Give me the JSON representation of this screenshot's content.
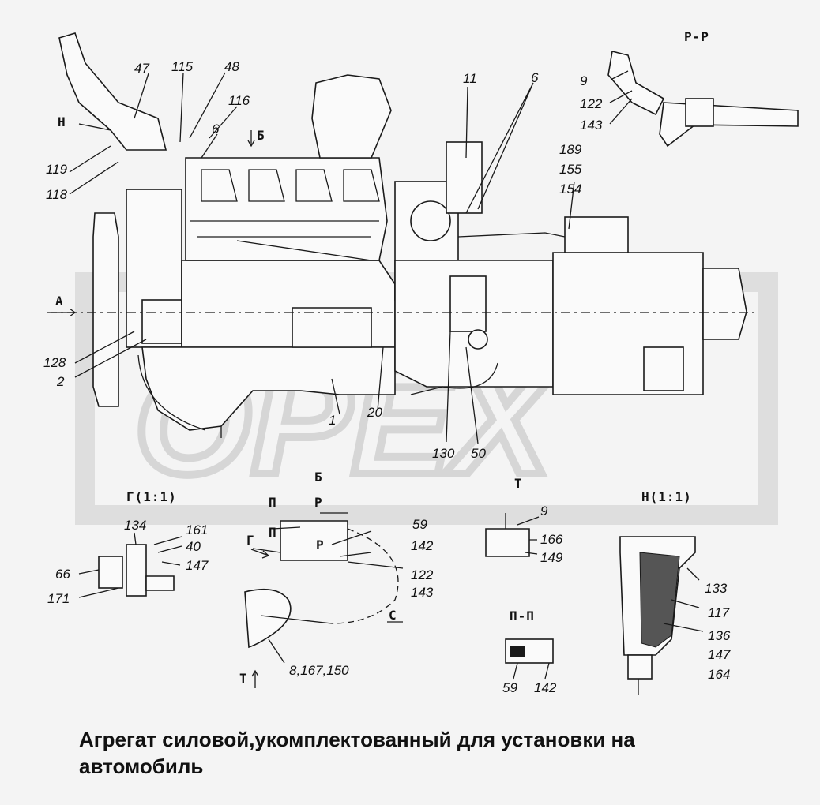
{
  "caption": "Агрегат силовой,укомплектованный для установки на автомобиль",
  "watermark": "OPEX",
  "section_labels": {
    "pp_title": "Р-Р",
    "g_title": "Г(1:1)",
    "n_title": "Н(1:1)",
    "pipi_title": "П-П",
    "view_a": "А",
    "view_b_top": "Б",
    "view_b_bottom": "Б",
    "view_t_top": "Т",
    "view_t_bottom": "Т",
    "view_n": "Н",
    "view_g": "Г",
    "view_c": "С",
    "p_upper": "П",
    "p_lower": "П",
    "r_upper": "Р",
    "r_lower": "Р"
  },
  "callouts": {
    "c47": "47",
    "c115": "115",
    "c48": "48",
    "c116": "116",
    "c6a": "6",
    "c119": "119",
    "c118": "118",
    "c11": "11",
    "c6b": "6",
    "c9a": "9",
    "c122a": "122",
    "c143a": "143",
    "c189": "189",
    "c155": "155",
    "c154": "154",
    "c128": "128",
    "c2": "2",
    "c1": "1",
    "c20": "20",
    "c130": "130",
    "c50": "50",
    "c134": "134",
    "c161": "161",
    "c40": "40",
    "c66": "66",
    "c147a": "147",
    "c171": "171",
    "c59a": "59",
    "c142a": "142",
    "c122b": "122",
    "c143b": "143",
    "c8167150": "8,167,150",
    "c9b": "9",
    "c166": "166",
    "c149": "149",
    "c59b": "59",
    "c142b": "142",
    "c133": "133",
    "c117": "117",
    "c136": "136",
    "c147b": "147",
    "c164": "164"
  },
  "colors": {
    "line": "#1a1a1a",
    "background": "#f4f4f4",
    "watermark": "#dcdcdc"
  }
}
